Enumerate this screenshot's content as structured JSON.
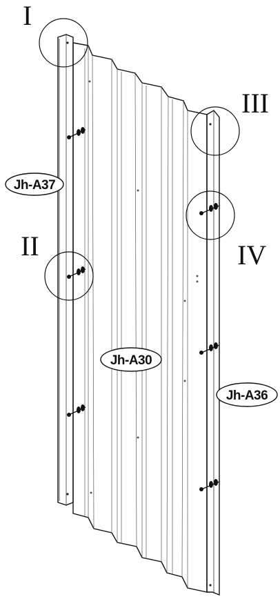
{
  "callouts": {
    "i": "I",
    "ii": "II",
    "iii": "III",
    "iv": "IV"
  },
  "parts": {
    "left_post": "Jh-A37",
    "panel": "Jh-A30",
    "right_post": "Jh-A36"
  }
}
